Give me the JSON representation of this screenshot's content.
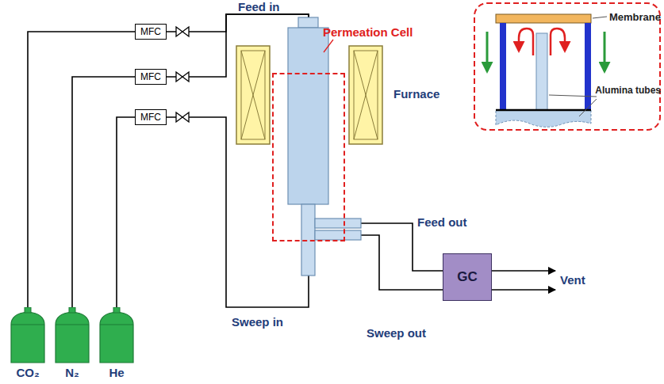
{
  "diagram": {
    "nodes": [
      {
        "text": [
          "CO₂"
        ]
      },
      {
        "text": [
          "N₂"
        ]
      },
      {
        "text": [
          "He"
        ]
      },
      {
        "text": [
          "MFC"
        ]
      },
      {
        "text": [
          "MFC"
        ]
      },
      {
        "text": [
          "MFC"
        ]
      },
      {
        "text": [
          "Permeation Cell"
        ]
      },
      {
        "text": [
          "GC"
        ]
      }
    ],
    "edges": [
      {
        "from": 0,
        "to": 3,
        "arrow": "none"
      },
      {
        "from": 1,
        "to": 4,
        "arrow": "none"
      },
      {
        "from": 2,
        "to": 5,
        "arrow": "none"
      },
      {
        "from": 3,
        "to": 6,
        "arrow": "none"
      },
      {
        "from": 4,
        "to": 6,
        "arrow": "none"
      },
      {
        "from": 5,
        "to": 6,
        "arrow": "none"
      },
      {
        "from": 6,
        "to": 7,
        "arrow": "none"
      },
      {
        "from": 6,
        "to": 7,
        "arrow": "none"
      }
    ],
    "labels": [
      "Feed in",
      "Furnace",
      "Membrane",
      "Alumina tubes",
      "Feed out",
      "Sweep in",
      "Sweep out",
      "Vent"
    ]
  }
}
